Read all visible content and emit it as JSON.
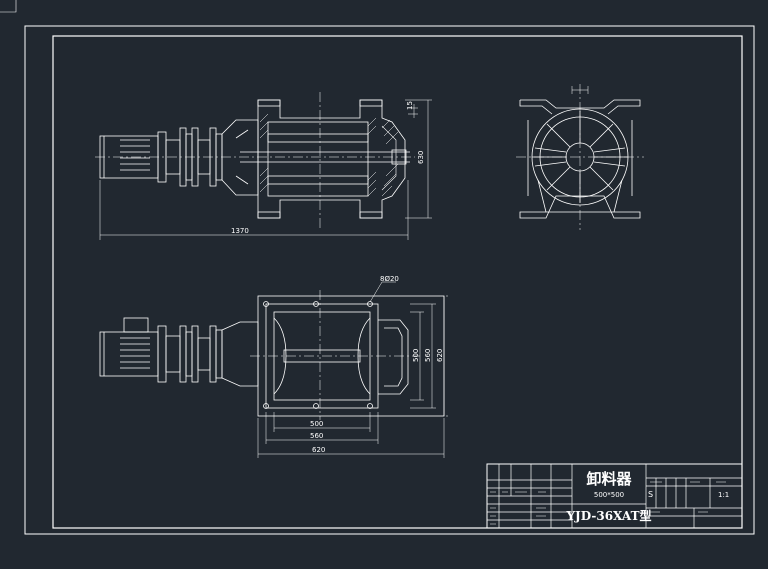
{
  "drawing": {
    "dimensions": {
      "length_total": "1370",
      "height_side": "630",
      "top_label": "15",
      "flange_pattern": "8Ø20",
      "width_inner": "500",
      "width_mid": "560",
      "width_outer": "620",
      "height_inner": "500",
      "height_mid": "560",
      "height_outer": "620"
    },
    "title_block": {
      "name": "卸料器",
      "spec": "500*500",
      "model": "YJD-36XAT型",
      "letter": "S",
      "scale": "1:1"
    }
  }
}
